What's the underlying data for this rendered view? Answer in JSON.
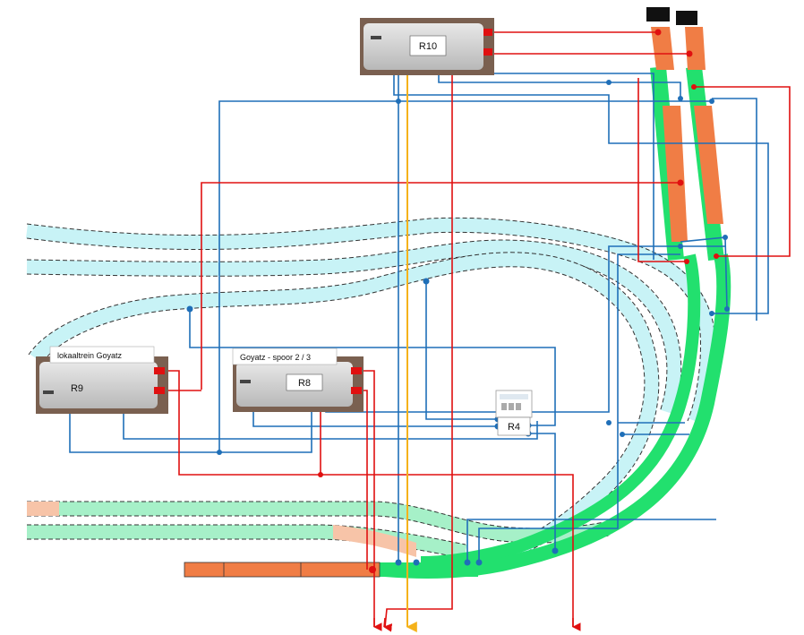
{
  "colors": {
    "wire_blue": "#1f6fb8",
    "wire_red": "#e01010",
    "wire_orange": "#f5b21a",
    "track_cyan": "#c8f3f6",
    "track_green": "#22e06e",
    "track_mint": "#a6f0c8",
    "track_orange": "#f07d45",
    "track_peach": "#f7c4a8",
    "module_gray": "#d0d0d0",
    "module_frame": "#7a6050",
    "buffer_black": "#111111"
  },
  "modules": {
    "r10": {
      "label": "R10"
    },
    "r9": {
      "label": "R9",
      "caption": "lokaaltrein Goyatz"
    },
    "r8": {
      "label": "R8",
      "caption": "Goyatz -  spoor 2 / 3"
    },
    "r4": {
      "label": "R4"
    }
  }
}
